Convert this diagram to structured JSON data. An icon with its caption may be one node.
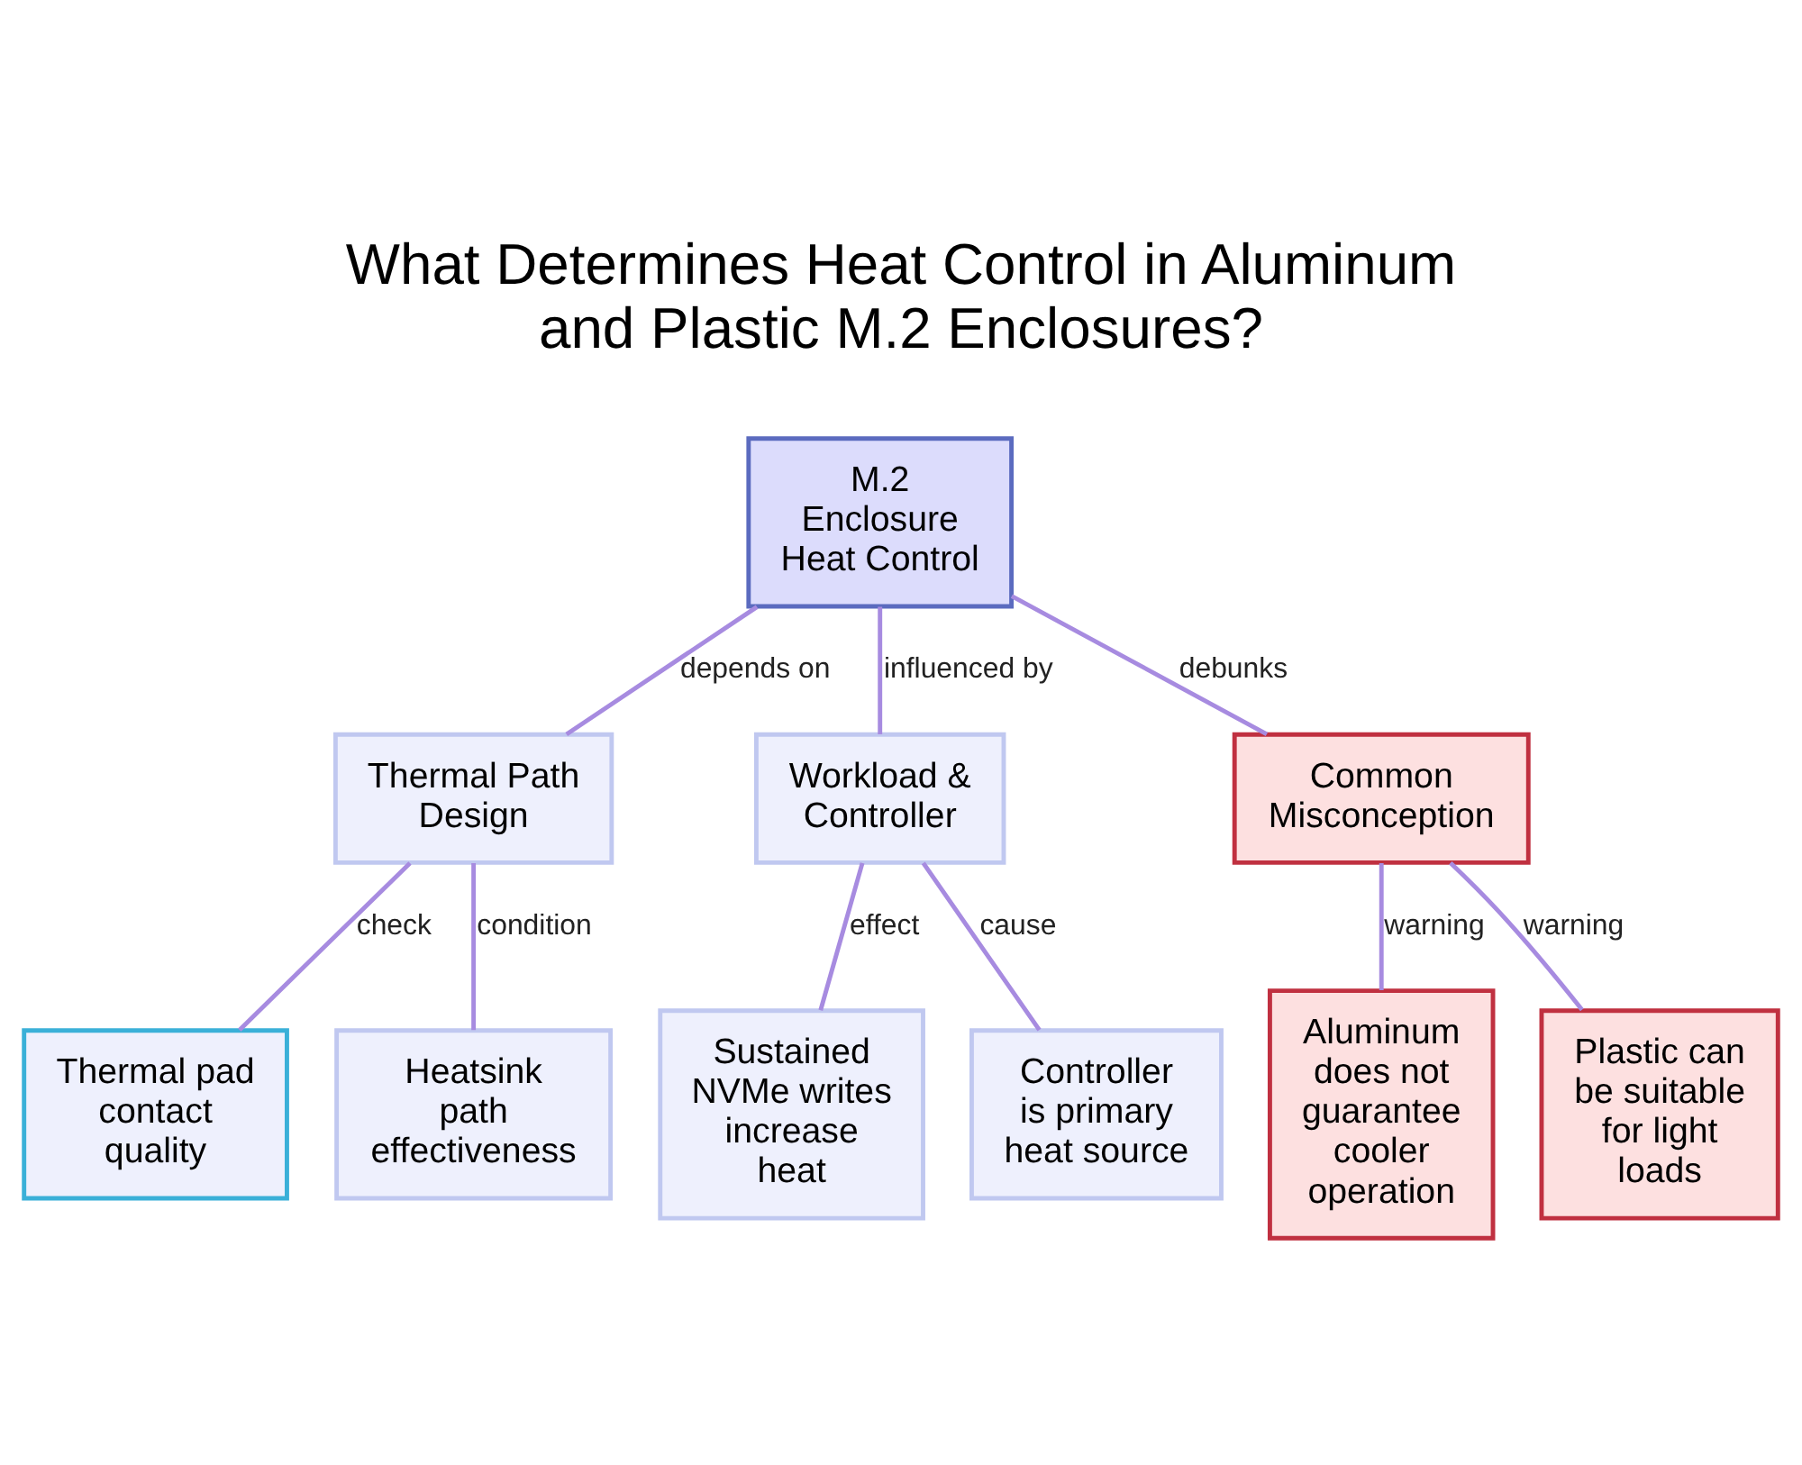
{
  "diagram": {
    "title": "What Determines Heat Control in Aluminum and Plastic M.2 Enclosures?",
    "nodes": [
      {
        "text": [
          "M.2 Enclosure Heat Control"
        ]
      },
      {
        "text": [
          "Thermal Path Design"
        ]
      },
      {
        "text": [
          "Workload & Controller"
        ]
      },
      {
        "text": [
          "Common Misconception"
        ]
      },
      {
        "text": [
          "Thermal pad contact quality"
        ]
      },
      {
        "text": [
          "Heatsink path effectiveness"
        ]
      },
      {
        "text": [
          "Sustained NVMe writes increase heat"
        ]
      },
      {
        "text": [
          "Controller is primary heat source"
        ]
      },
      {
        "text": [
          "Aluminum does not guarantee cooler operation"
        ]
      },
      {
        "text": [
          "Plastic can be suitable for light loads"
        ]
      }
    ],
    "edges": [
      {
        "from": 0,
        "to": 1,
        "arrow": "none",
        "label": "depends on"
      },
      {
        "from": 0,
        "to": 2,
        "arrow": "none",
        "label": "influenced by"
      },
      {
        "from": 0,
        "to": 3,
        "arrow": "none",
        "label": "debunks"
      },
      {
        "from": 1,
        "to": 4,
        "arrow": "none",
        "label": "check"
      },
      {
        "from": 1,
        "to": 5,
        "arrow": "none",
        "label": "condition"
      },
      {
        "from": 2,
        "to": 6,
        "arrow": "none",
        "label": "effect"
      },
      {
        "from": 2,
        "to": 7,
        "arrow": "none",
        "label": "cause"
      },
      {
        "from": 3,
        "to": 8,
        "arrow": "none",
        "label": "warning"
      },
      {
        "from": 3,
        "to": 9,
        "arrow": "none",
        "label": "warning"
      }
    ]
  }
}
